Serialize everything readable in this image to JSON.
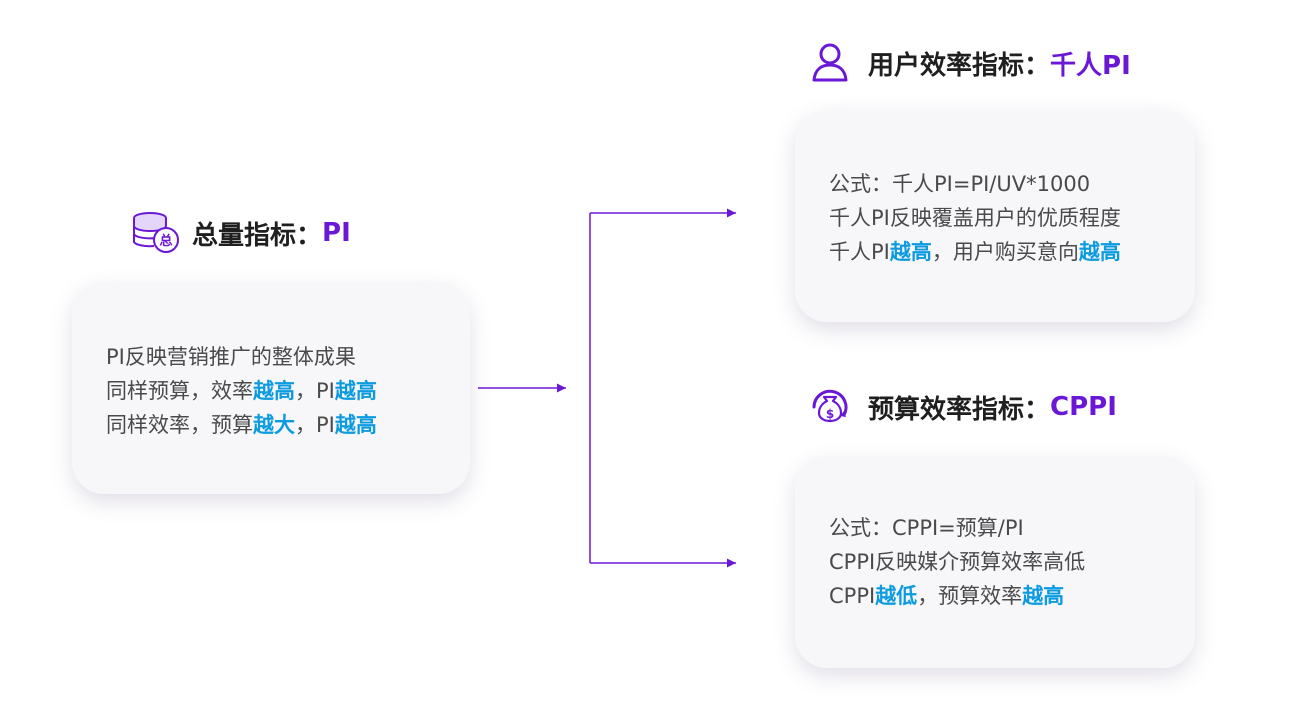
{
  "colors": {
    "accent_purple": "#6b18d6",
    "emphasis_blue": "#0d9be0",
    "text": "#4a4a4a",
    "title": "#1f1f1f",
    "card_bg": "#f7f7fa"
  },
  "total": {
    "title_label": "总量指标：",
    "title_highlight": "PI",
    "icon": "coins-stack-icon",
    "lines": [
      [
        {
          "t": "PI反映营销推广的整体成果",
          "em": false
        }
      ],
      [
        {
          "t": "同样预算，效率",
          "em": false
        },
        {
          "t": "越高",
          "em": true
        },
        {
          "t": "，PI",
          "em": false
        },
        {
          "t": "越高",
          "em": true
        }
      ],
      [
        {
          "t": "同样效率，预算",
          "em": false
        },
        {
          "t": "越大",
          "em": true
        },
        {
          "t": "，PI",
          "em": false
        },
        {
          "t": "越高",
          "em": true
        }
      ]
    ]
  },
  "user": {
    "title_label": "用户效率指标：",
    "title_highlight": "千人PI",
    "icon": "user-icon",
    "lines": [
      [
        {
          "t": "公式：千人PI=PI/UV*1000",
          "em": false
        }
      ],
      [
        {
          "t": "千人PI反映覆盖用户的优质程度",
          "em": false
        }
      ],
      [
        {
          "t": "千人PI",
          "em": false
        },
        {
          "t": "越高",
          "em": true
        },
        {
          "t": "，用户购买意向",
          "em": false
        },
        {
          "t": "越高",
          "em": true
        }
      ]
    ]
  },
  "budget": {
    "title_label": "预算效率指标：",
    "title_highlight": "CPPI",
    "icon": "money-bag-icon",
    "lines": [
      [
        {
          "t": "公式：CPPI=预算/PI",
          "em": false
        }
      ],
      [
        {
          "t": "CPPI反映媒介预算效率高低",
          "em": false
        }
      ],
      [
        {
          "t": "CPPI",
          "em": false
        },
        {
          "t": "越低",
          "em": true
        },
        {
          "t": "，预算效率",
          "em": false
        },
        {
          "t": "越高",
          "em": true
        }
      ]
    ]
  }
}
